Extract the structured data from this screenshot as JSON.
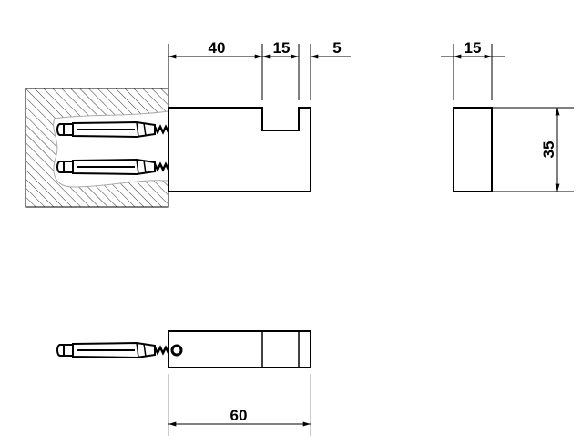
{
  "drawing": {
    "front_view": {
      "dimensions": {
        "body_length": "40",
        "slot_width": "15",
        "tip_width": "5"
      }
    },
    "side_view": {
      "dimensions": {
        "width": "15",
        "height": "35"
      }
    },
    "top_view": {
      "dimensions": {
        "total_length": "60"
      }
    }
  },
  "colors": {
    "line": "#000000",
    "extension": "#999999"
  }
}
